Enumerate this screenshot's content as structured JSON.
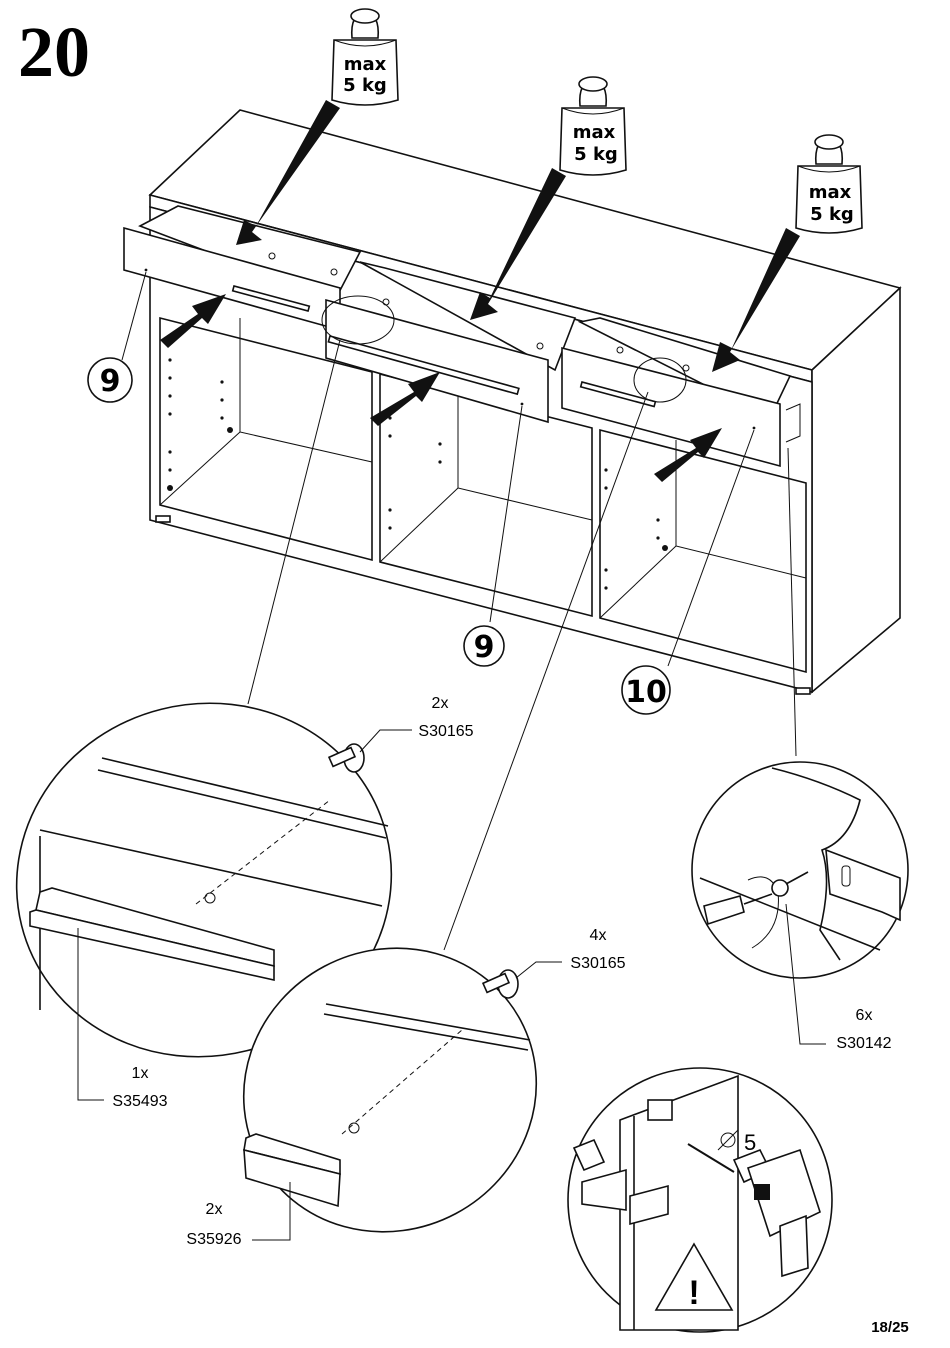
{
  "step_number": "20",
  "weights": [
    {
      "line1": "max",
      "line2": "5 kg"
    },
    {
      "line1": "max",
      "line2": "5 kg"
    },
    {
      "line1": "max",
      "line2": "5 kg"
    }
  ],
  "callouts": {
    "left": "9",
    "middle": "9",
    "right": "10"
  },
  "parts": {
    "screw_a": {
      "qty": "2x",
      "code": "S30165"
    },
    "screw_b": {
      "qty": "4x",
      "code": "S30165"
    },
    "screw_c": {
      "qty": "6x",
      "code": "S30142"
    },
    "handle_long": {
      "qty": "1x",
      "code": "S35493"
    },
    "handle_short": {
      "qty": "2x",
      "code": "S35926"
    }
  },
  "drill_size": "5",
  "warning_symbol": "!",
  "page_number": "18/25",
  "icons": [
    "weight-icon",
    "push-arrow-icon",
    "screwdriver-icon",
    "drill-icon",
    "clamp-icon",
    "warning-triangle-icon"
  ]
}
